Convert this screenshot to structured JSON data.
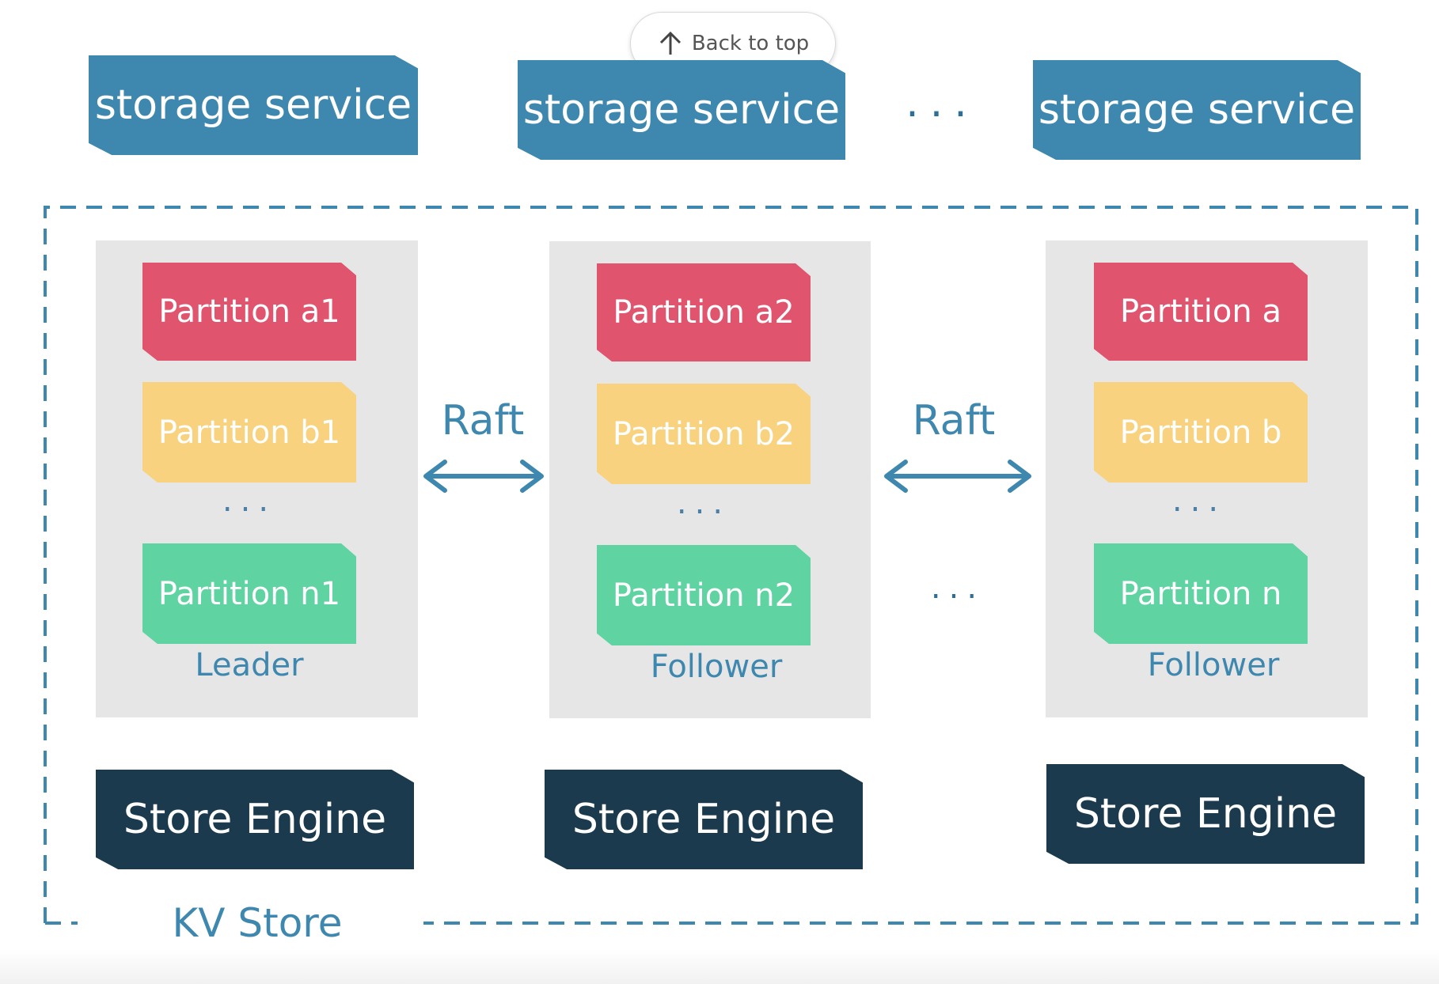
{
  "back_to_top": {
    "label": "Back to top",
    "icon": "arrow-up-icon"
  },
  "services": [
    {
      "label": "storage service"
    },
    {
      "label": "storage service"
    },
    {
      "label": "storage service"
    }
  ],
  "ellipsis": "...",
  "kv_store": {
    "label": "KV Store",
    "nodes": [
      {
        "partitions": [
          "Partition a1",
          "Partition b1",
          "Partition n1"
        ],
        "role": "Leader",
        "engine": "Store Engine"
      },
      {
        "partitions": [
          "Partition a2",
          "Partition b2",
          "Partition n2"
        ],
        "role": "Follower",
        "engine": "Store Engine"
      },
      {
        "partitions": [
          "Partition a",
          "Partition b",
          "Partition n"
        ],
        "role": "Follower",
        "engine": "Store Engine"
      }
    ],
    "links": [
      {
        "label": "Raft"
      },
      {
        "label": "Raft"
      }
    ]
  },
  "colors": {
    "service": "#3e87ae",
    "partition_a": "#e0546e",
    "partition_b": "#f8d27e",
    "partition_n": "#5fd3a1",
    "engine": "#1b3a4e",
    "accent": "#3e87ae"
  }
}
